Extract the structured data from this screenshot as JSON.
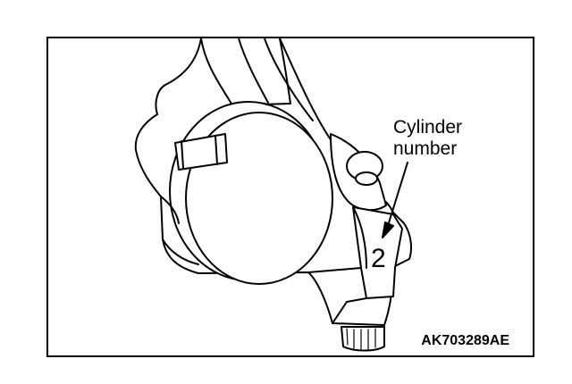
{
  "figure": {
    "callout": {
      "line1": "Cylinder",
      "line2": "number"
    },
    "stamped_number": "2",
    "figure_code": "AK703289AE"
  }
}
